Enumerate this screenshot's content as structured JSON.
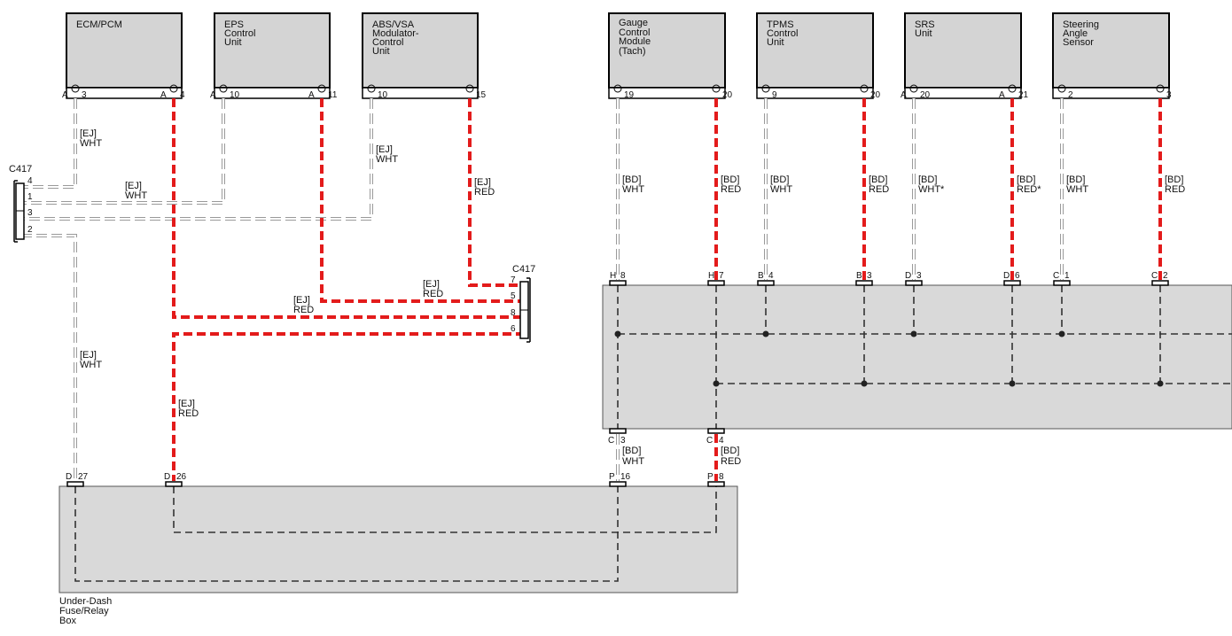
{
  "modules": {
    "ecm": {
      "name": [
        "ECM/PCM"
      ],
      "pins": [
        "A",
        "3",
        "A",
        "4"
      ]
    },
    "eps": {
      "name": [
        "EPS",
        "Control",
        "Unit"
      ],
      "pins": [
        "A",
        "10",
        "A",
        "11"
      ]
    },
    "abs": {
      "name": [
        "ABS/VSA",
        "Modulator-",
        "Control",
        "Unit"
      ],
      "pins": [
        "10",
        "15"
      ]
    },
    "gauge": {
      "name": [
        "Gauge",
        "Control",
        "Module",
        "(Tach)"
      ],
      "pins": [
        "19",
        "20"
      ]
    },
    "tpms": {
      "name": [
        "TPMS",
        "Control",
        "Unit"
      ],
      "pins": [
        "9",
        "20"
      ]
    },
    "srs": {
      "name": [
        "SRS",
        "Unit"
      ],
      "pins": [
        "A",
        "20",
        "A",
        "21"
      ]
    },
    "sas": {
      "name": [
        "Steering",
        "Angle",
        "Sensor"
      ],
      "pins": [
        "2",
        "3"
      ]
    }
  },
  "connectors": {
    "c417_left": {
      "label": "C417",
      "pins": [
        "4",
        "1",
        "3",
        "2"
      ]
    },
    "c417_right": {
      "label": "C417",
      "pins": [
        "7",
        "5",
        "8",
        "6"
      ]
    }
  },
  "wire_labels": {
    "ej": "[EJ]",
    "bd": "[BD]",
    "wht": "WHT",
    "red": "RED",
    "wht_star": "WHT*",
    "red_star": "RED*"
  },
  "junction_pins": {
    "upper": [
      "H",
      "8",
      "H",
      "7",
      "B",
      "4",
      "B",
      "3",
      "D",
      "3",
      "D",
      "6",
      "C",
      "1",
      "C",
      "2"
    ],
    "lower": [
      "C",
      "3",
      "C",
      "4"
    ]
  },
  "fuse_box": {
    "name": [
      "Under-Dash",
      "Fuse/Relay",
      "Box"
    ],
    "pins": [
      "D",
      "27",
      "D",
      "26",
      "P",
      "16",
      "P",
      "8"
    ]
  },
  "colors": {
    "red_wire": "#e31b1b",
    "white_wire": "#9a9a9a",
    "module_fill": "#d4d4d4"
  }
}
